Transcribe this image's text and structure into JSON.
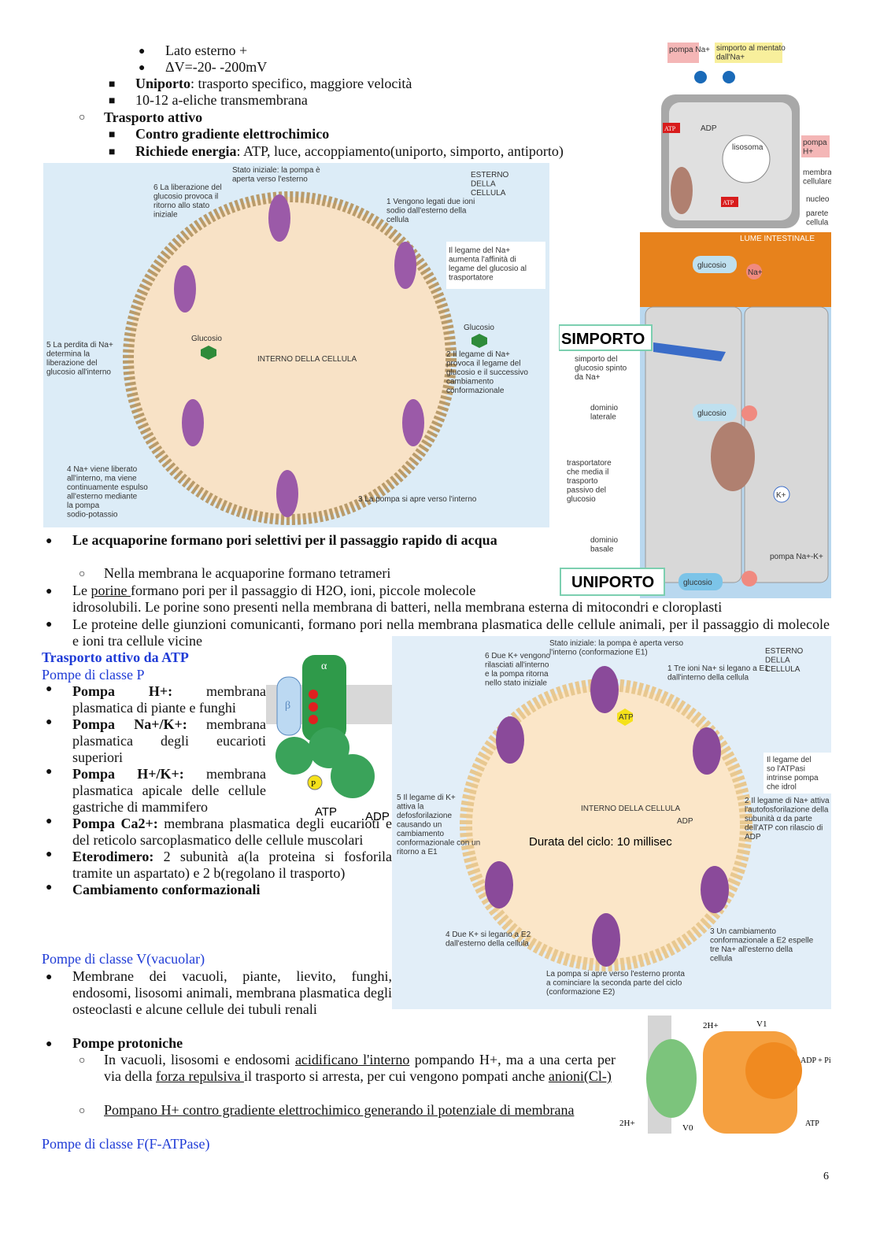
{
  "top": {
    "l1": "Lato esterno +",
    "l2": "ΔV=-20- -200mV",
    "l3b": "Uniporto",
    "l3": ": trasporto specifico, maggiore velocità",
    "l4": "10-12 a-eliche transmembrana",
    "l5": "Trasporto attivo",
    "l6": "Contro gradiente elettrochimico",
    "l7b": "Richiede energia",
    "l7": ": ATP, luce, accoppiamento(uniporto, simporto, antiporto)"
  },
  "fig_cell": {
    "pompa_na": "pompa Na+",
    "simporto": "simporto al mentato dall'Na+",
    "atp": "ATP",
    "adp": "ADP",
    "lisosoma": "lisosoma",
    "pompa_h": "pompa H+",
    "membrana": "membrana cellulare",
    "nucleo": "nucleo",
    "parete": "parete cellula"
  },
  "fig_symport": {
    "stato": "Stato iniziale: la pompa è aperta verso l'esterno",
    "esterno": "ESTERNO DELLA CELLULA",
    "interno": "INTERNO DELLA CELLULA",
    "s1": "1 Vengono legati due ioni sodio dall'esterno della cellula",
    "box": "Il legame del Na+ aumenta l'affinità di legame del glucosio al trasportatore",
    "s2": "2 Il legame di Na+ provoca il legame del glucosio e il successivo cambiamento conformazionale",
    "s3": "3 La pompa si apre verso l'interno",
    "s4": "4 Na+ viene liberato all'interno, ma viene continuamente espulso all'esterno mediante la pompa sodio-potassio",
    "s5": "5 La perdita di Na+ determina la liberazione del glucosio all'interno",
    "s6": "6 La liberazione del glucosio provoca il ritorno allo stato iniziale",
    "glucosio": "Glucosio"
  },
  "fig_intest": {
    "lume": "LUME INTESTINALE",
    "simporto": "SIMPORTO",
    "simporto_desc": "simporto del glucosio spinto da Na+",
    "dominio_lat": "dominio laterale",
    "trasportatore": "trasportatore che media il trasporto passivo del glucosio",
    "dominio_bas": "dominio basale",
    "uniporto": "UNIPORTO",
    "glucosio": "glucosio",
    "na": "Na+",
    "k": "K+",
    "pompa": "pompa Na+-K+"
  },
  "mid": {
    "p1": "Le acquaporine formano pori selettivi per il passaggio rapido di acqua",
    "p1a": "Nella membrana le acquaporine formano tetrameri",
    "p2a": "Le ",
    "p2u": "porine ",
    "p2b": "formano pori per il passaggio di H2O, ioni, piccole molecole",
    "p2c": "idrosolubili. Le porine sono presenti nella membrana di batteri, nella membrana esterna di mitocondri e cloroplasti",
    "p3": "Le proteine delle giunzioni comunicanti, formano pori nella membrana plasmatica delle cellule animali, per il passaggio di molecole e ioni tra cellule vicine"
  },
  "atp": {
    "h1": "Trasporto attivo da ATP",
    "h2": "Pompe di classe P",
    "i1b": "Pompa H+:",
    "i1": " membrana plasmatica di piante e funghi",
    "i2b": "Pompa Na+/K+:",
    "i2": " membrana plasmatica degli eucarioti superiori",
    "i3b": "Pompa H+/K+:",
    "i3": " membrana plasmatica apicale delle cellule gastriche di mammifero",
    "i4b": "Pompa Ca2+:",
    "i4": " membrana plasmatica degli eucarioti e del reticolo sarcoplasmatico delle cellule muscolari",
    "i5b": "Eterodimero:",
    "i5": " 2 subunità a(la proteina si fosforila tramite un aspartato) e 2 b(regolano il trasporto)",
    "i6b": "Cambiamento conformazionali",
    "h3": "Pompe di classe V(vacuolar)",
    "v1": "Membrane dei vacuoli, piante, lievito, funghi, endosomi, lisosomi animali, membrana plasmatica degli osteoclasti e alcune cellule dei tubuli renali",
    "v2b": "Pompe protoniche",
    "v3a": "In vacuoli, lisosomi e endosomi ",
    "v3u": "acidificano l'interno",
    "v3b": " pompando H+, ma a una certa per via della ",
    "v3u2": "forza repulsiva ",
    "v3c": "il trasporto si arresta, per cui vengono pompati anche ",
    "v3u3": "anioni(Cl-)",
    "v4": "Pompano H+ contro gradiente elettrochimico generando il potenziale di membrana",
    "h4": "Pompe di classe F(F-ATPase)"
  },
  "fig_p": {
    "alpha": "α",
    "beta": "β",
    "p": "P",
    "atp": "ATP",
    "adp": "ADP"
  },
  "fig_nak": {
    "stato": "Stato iniziale: la pompa è aperta verso l'interno (conformazione E1)",
    "esterno": "ESTERNO DELLA CELLULA",
    "interno": "INTERNO DELLA CELLULA",
    "durata": "Durata del ciclo: 10 millisec",
    "s1": "1 Tre ioni Na+ si legano a E1 dall'interno della cellula",
    "s2": "2 Il legame di Na+ attiva l'autofosforilazione della subunità α da parte dell'ATP con rilascio di ADP",
    "s3": "3 Un cambiamento conformazionale a E2 espelle tre Na+ all'esterno della cellula",
    "s4": "4 Due K+ si legano a E2 dall'esterno della cellula",
    "s5": "5 Il legame di K+ attiva la defosforilazione causando un cambiamento conformazionale con un ritorno a E1",
    "s6": "6 Due K+ vengono rilasciati all'interno e la pompa ritorna nello stato iniziale",
    "bottom": "La pompa si apre verso l'esterno pronta a cominciare la seconda parte del ciclo (conformazione E2)",
    "box": "Il legame del so l'ATPasi intrinse pompa che idrol",
    "atp": "ATP",
    "adp": "ADP"
  },
  "fig_v": {
    "v0": "V0",
    "v1": "V1",
    "h": "2H+",
    "adp": "ADP + Pi",
    "atp": "ATP"
  },
  "page_number": "6"
}
